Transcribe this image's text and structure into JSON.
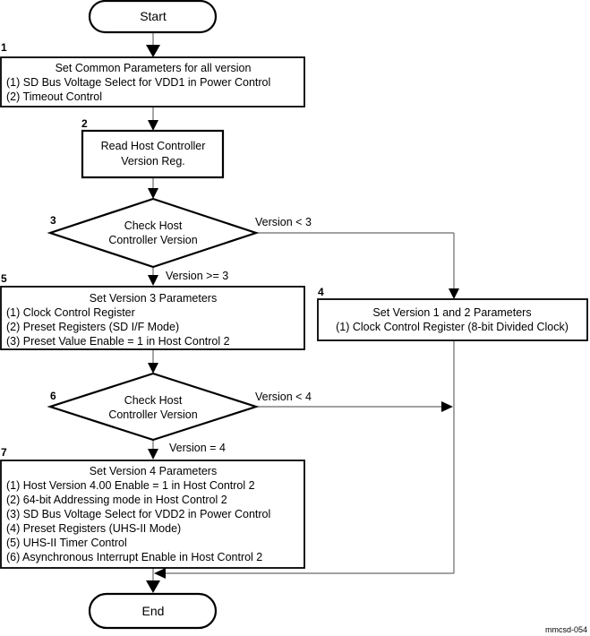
{
  "flowchart": {
    "start_label": "Start",
    "end_label": "End",
    "steps": {
      "step1": {
        "number": "1",
        "title": "Set Common Parameters for all version",
        "lines": [
          "(1) SD Bus Voltage Select for VDD1 in Power Control",
          "(2) Timeout Control"
        ]
      },
      "step2": {
        "number": "2",
        "lines": [
          "Read Host Controller",
          "Version Reg."
        ]
      },
      "step3": {
        "number": "3",
        "lines": [
          "Check Host",
          "Controller Version"
        ],
        "branch_right": "Version < 3",
        "branch_down": "Version >= 3"
      },
      "step4": {
        "number": "4",
        "title": "Set Version 1 and 2 Parameters",
        "lines": [
          "(1) Clock Control Register (8-bit Divided Clock)"
        ]
      },
      "step5": {
        "number": "5",
        "title": "Set Version 3 Parameters",
        "lines": [
          "(1) Clock Control Register",
          "(2) Preset Registers (SD I/F Mode)",
          "(3) Preset Value Enable = 1 in Host Control 2"
        ]
      },
      "step6": {
        "number": "6",
        "lines": [
          "Check Host",
          "Controller Version"
        ],
        "branch_right": "Version < 4",
        "branch_down": "Version = 4"
      },
      "step7": {
        "number": "7",
        "title": "Set Version 4 Parameters",
        "lines": [
          "(1) Host Version 4.00 Enable = 1 in Host Control 2",
          "(2) 64-bit Addressing mode in Host Control 2",
          "(3) SD Bus Voltage Select for VDD2 in Power Control",
          "(4) Preset Registers (UHS-II Mode)",
          "(5) UHS-II Timer Control",
          "(6) Asynchronous Interrupt Enable in Host Control 2"
        ]
      }
    },
    "figure_id": "mmcsd-054"
  }
}
